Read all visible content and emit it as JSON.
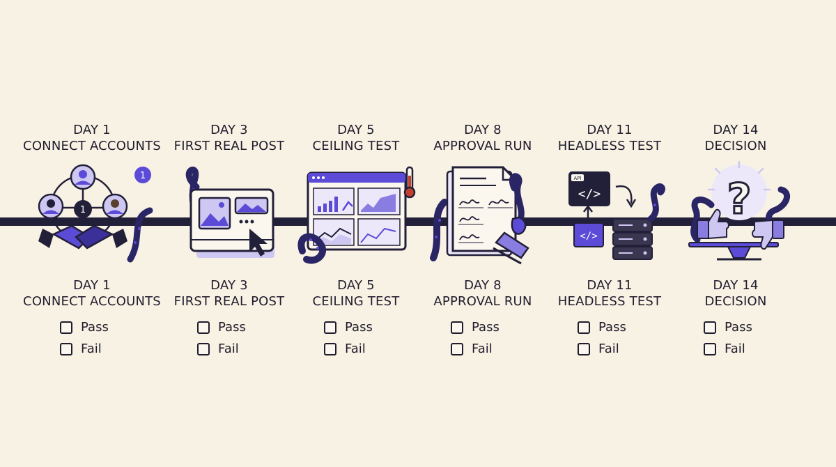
{
  "milestones": [
    {
      "id": "day1",
      "day": "DAY 1",
      "title": "CONNECT ACCOUNTS",
      "badge": "1",
      "hub": "1",
      "icon": "connect-accounts-icon",
      "options": [
        "Pass",
        "Fail"
      ]
    },
    {
      "id": "day3",
      "day": "DAY 3",
      "title": "FIRST REAL POST",
      "icon": "first-real-post-icon",
      "options": [
        "Pass",
        "Fail"
      ]
    },
    {
      "id": "day5",
      "day": "DAY 5",
      "title": "CEILING TEST",
      "icon": "ceiling-test-icon",
      "options": [
        "Pass",
        "Fail"
      ]
    },
    {
      "id": "day8",
      "day": "DAY 8",
      "title": "APPROVAL RUN",
      "icon": "approval-run-icon",
      "options": [
        "Pass",
        "Fail"
      ]
    },
    {
      "id": "day11",
      "day": "DAY 11",
      "title": "HEADLESS TEST",
      "api_tag": "API",
      "code_glyph": "</>",
      "icon": "headless-test-icon",
      "options": [
        "Pass",
        "Fail"
      ]
    },
    {
      "id": "day14",
      "day": "DAY 14",
      "title": "DECISION",
      "question": "?",
      "icon": "decision-icon",
      "options": [
        "Pass",
        "Fail"
      ]
    }
  ],
  "colors": {
    "background": "#f8f2e4",
    "accent": "#5b4bd6",
    "accent_light": "#cdc7f2",
    "dark": "#221f38"
  }
}
